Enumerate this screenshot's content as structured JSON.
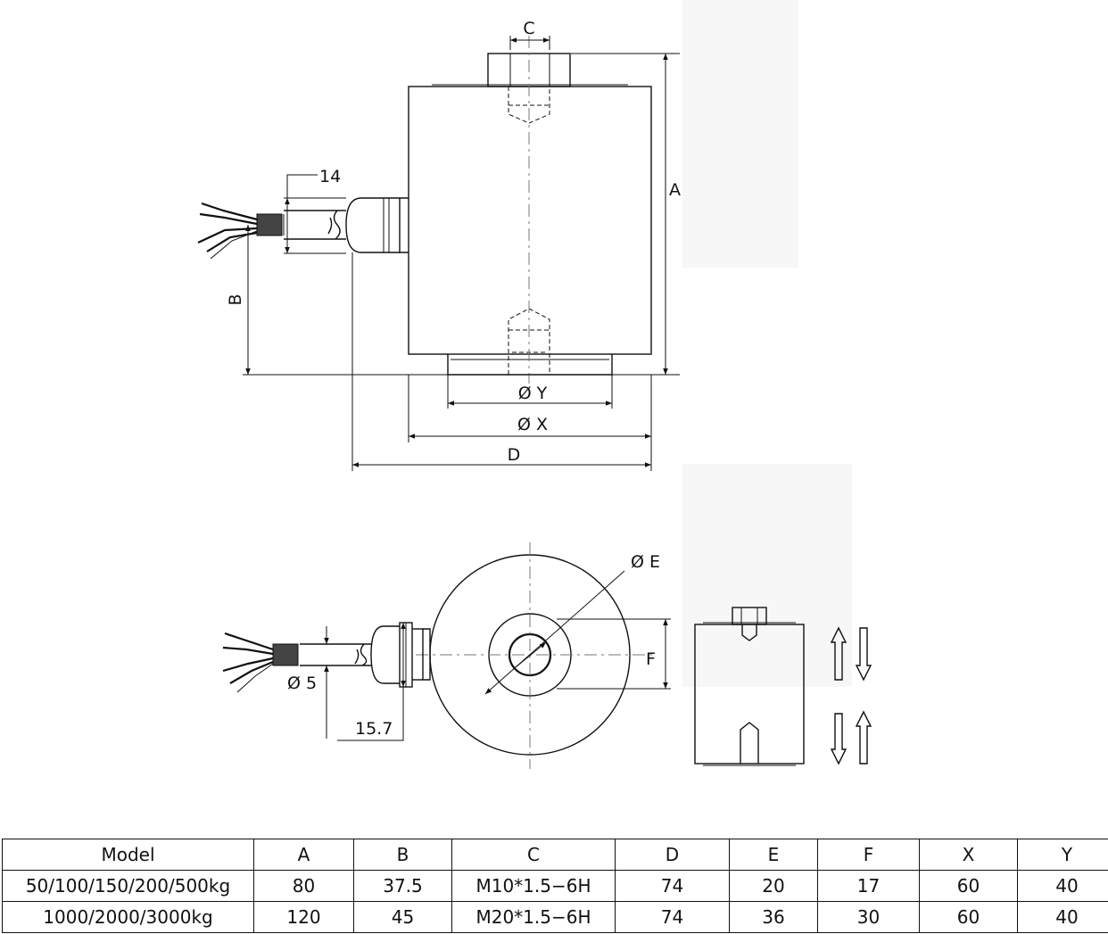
{
  "labels": {
    "c": "C",
    "a": "A",
    "b": "B",
    "cable_width": "14",
    "dia_y": "Ø Y",
    "dia_x": "Ø X",
    "d": "D",
    "dia_e": "Ø E",
    "f": "F",
    "dia_cable": "Ø 5",
    "gland_offset": "15.7"
  },
  "table": {
    "headers": [
      "Model",
      "A",
      "B",
      "C",
      "D",
      "E",
      "F",
      "X",
      "Y"
    ],
    "rows": [
      [
        "50/100/150/200/500kg",
        "80",
        "37.5",
        "M10*1.5−6H",
        "74",
        "20",
        "17",
        "60",
        "40"
      ],
      [
        "1000/2000/3000kg",
        "120",
        "45",
        "M20*1.5−6H",
        "74",
        "36",
        "30",
        "60",
        "40"
      ]
    ]
  }
}
